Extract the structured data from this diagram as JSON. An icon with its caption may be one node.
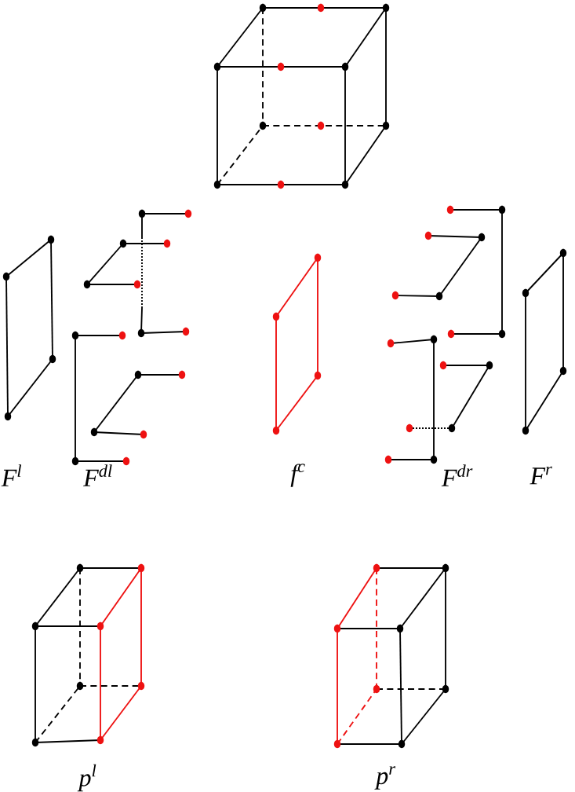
{
  "diagram": {
    "labels": [
      "F$^{l}$",
      "F$^{dl}$",
      "f$^{c}$",
      "F$^{dr}$",
      "F$^{r}$",
      "p$^{l}$",
      "p$^{r}$"
    ]
  }
}
